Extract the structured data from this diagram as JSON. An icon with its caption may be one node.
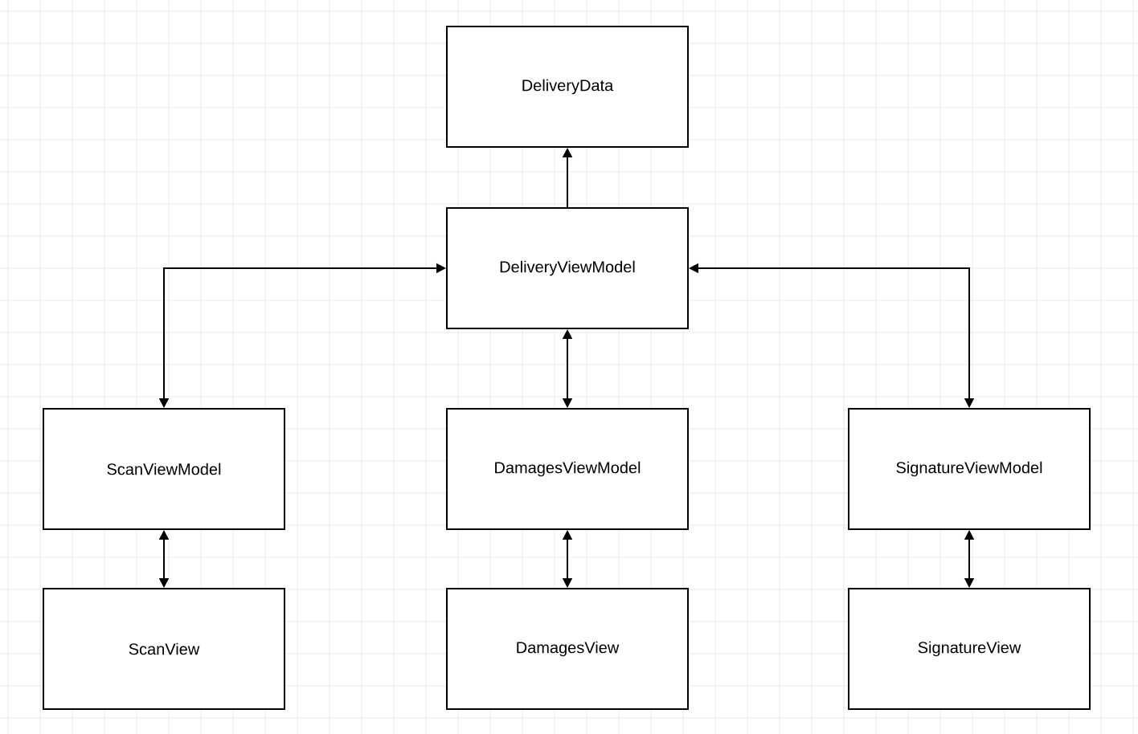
{
  "diagram": {
    "nodes": [
      {
        "text": [
          "DeliveryData"
        ]
      },
      {
        "text": [
          "DeliveryViewModel"
        ]
      },
      {
        "text": [
          "ScanViewModel"
        ]
      },
      {
        "text": [
          "DamagesViewModel"
        ]
      },
      {
        "text": [
          "SignatureViewModel"
        ]
      },
      {
        "text": [
          "ScanView"
        ]
      },
      {
        "text": [
          "DamagesView"
        ]
      },
      {
        "text": [
          "SignatureView"
        ]
      }
    ],
    "edges": [
      {
        "from": 1,
        "to": 0,
        "arrow": "to"
      },
      {
        "from": 1,
        "to": 2,
        "arrow": "both"
      },
      {
        "from": 1,
        "to": 3,
        "arrow": "both"
      },
      {
        "from": 1,
        "to": 4,
        "arrow": "both"
      },
      {
        "from": 2,
        "to": 5,
        "arrow": "both"
      },
      {
        "from": 3,
        "to": 6,
        "arrow": "both"
      },
      {
        "from": 4,
        "to": 7,
        "arrow": "both"
      }
    ]
  }
}
